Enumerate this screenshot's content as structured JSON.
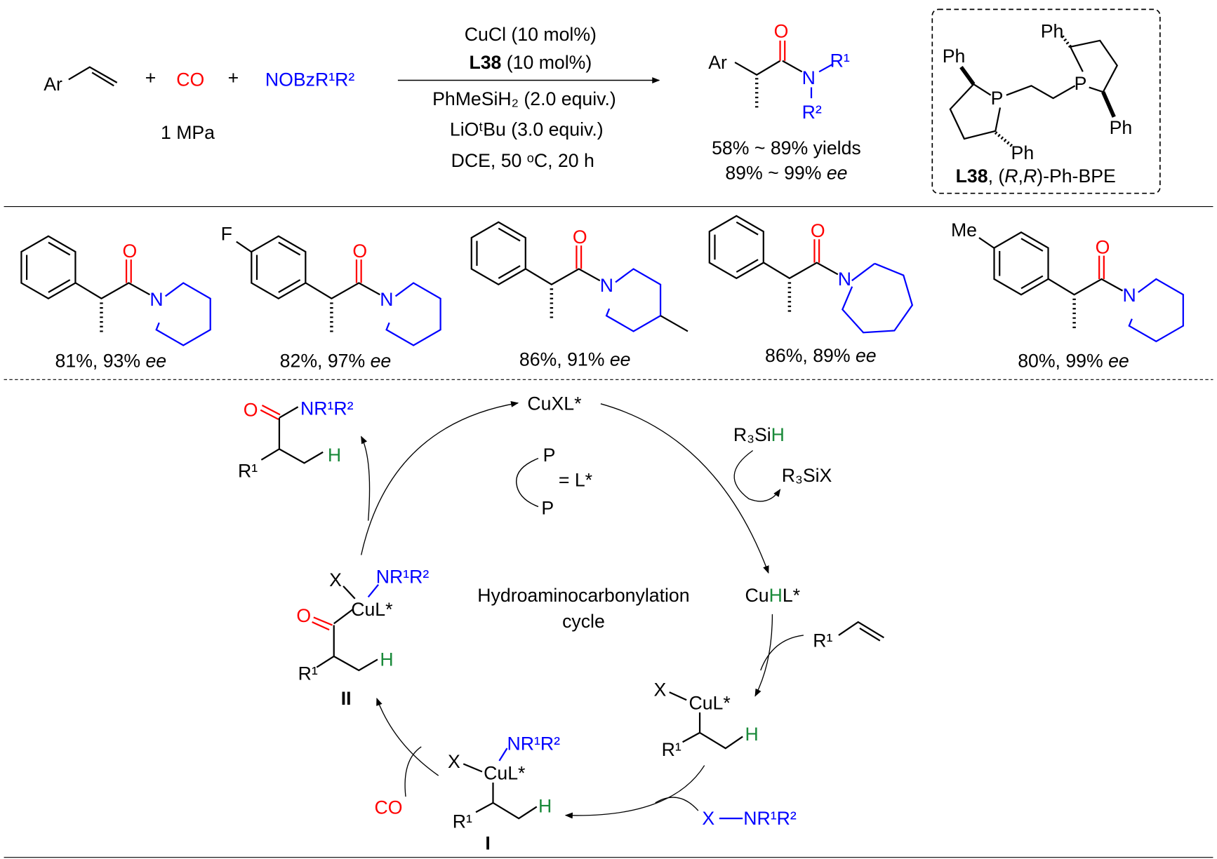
{
  "reaction": {
    "substrate": "Ar",
    "plus": "+",
    "co": "CO",
    "amine": "NOBzR¹R²",
    "pressure": "1 MPa",
    "conditions": {
      "catalyst": "CuCl (10 mol%)",
      "ligand_code": "L38",
      "ligand_loading": "(10 mol%)",
      "silane": "PhMeSiH₂ (2.0 equiv.)",
      "base": "LiOᵗBu (3.0 equiv.)",
      "solvent": "DCE, 50 ᵒC, 20 h"
    },
    "product": {
      "ar": "Ar",
      "o": "O",
      "n": "N",
      "r1": "R¹",
      "r2": "R²"
    },
    "yields": "58% ~ 89% yields",
    "ee_range": "89% ~ 99%",
    "ee": "ee"
  },
  "ligand": {
    "ph": "Ph",
    "p": "P",
    "code": "L38",
    "sep": ", (",
    "r": "R",
    "comma": ",",
    "name_tail": ")-Ph-BPE"
  },
  "examples": [
    {
      "result": "81%, 93%",
      "ee": "ee",
      "substituent": "",
      "o": "O",
      "n": "N"
    },
    {
      "result": "82%, 97%",
      "ee": "ee",
      "substituent": "F",
      "o": "O",
      "n": "N"
    },
    {
      "result": "86%, 91%",
      "ee": "ee",
      "substituent": "",
      "o": "O",
      "n": "N"
    },
    {
      "result": "86%, 89%",
      "ee": "ee",
      "substituent": "",
      "o": "O",
      "n": "N"
    },
    {
      "result": "80%, 99%",
      "ee": "ee",
      "substituent": "Me",
      "o": "O",
      "n": "N"
    }
  ],
  "cycle": {
    "title1": "Hydroaminocarbonylation",
    "title2": "cycle",
    "cuxl": "CuXL*",
    "cuhl_cu": "Cu",
    "cuhl_h": "H",
    "cuhl_l": "L*",
    "silane": "R₃Si",
    "silane_h": "H",
    "silyl_x": "R₃SiX",
    "alkene_r": "R¹",
    "x": "X",
    "cul": "CuL*",
    "r1": "R¹",
    "h": "H",
    "xnr_x": "X",
    "nr": "NR¹R²",
    "co": "CO",
    "o": "O",
    "label_I": "I",
    "label_II": "II",
    "legend_p": "P",
    "legend_eq": "= L*"
  }
}
